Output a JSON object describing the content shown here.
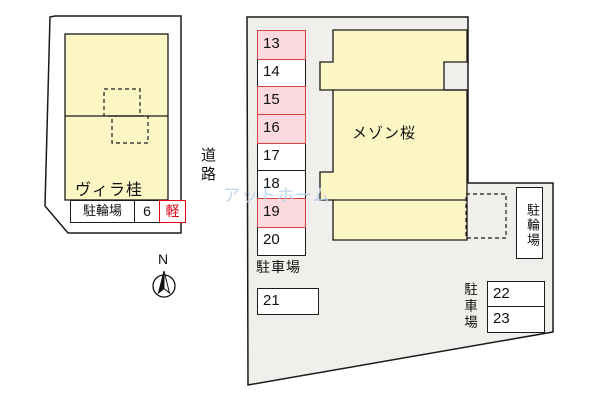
{
  "watermark": "アットホーム",
  "colors": {
    "site-fill": "#f0efeb",
    "building-fill": "#fcf5c4",
    "hl-fill": "#fbd9de",
    "hl-border": "#d8423e",
    "accent-red": "#e00714",
    "wm-blue": "#b7d2ed"
  },
  "left_site": {
    "building_label": "ヴィラ桂",
    "bike_parking_label": "駐輪場",
    "bike_parking_count": "6",
    "kei_label": "軽",
    "compass_label": "N"
  },
  "road_label": "道路",
  "right_site": {
    "building_label": "メゾン桜",
    "parking_lot_label": "駐車場",
    "parking_lot_label_2": "駐車場",
    "bike_parking_label": "駐輪場",
    "spaces": [
      {
        "number": "13",
        "highlighted": true
      },
      {
        "number": "14",
        "highlighted": false
      },
      {
        "number": "15",
        "highlighted": true
      },
      {
        "number": "16",
        "highlighted": true
      },
      {
        "number": "17",
        "highlighted": false
      },
      {
        "number": "18",
        "highlighted": false
      },
      {
        "number": "19",
        "highlighted": true
      },
      {
        "number": "20",
        "highlighted": false
      }
    ],
    "space_21": "21",
    "space_22": "22",
    "space_23": "23"
  }
}
